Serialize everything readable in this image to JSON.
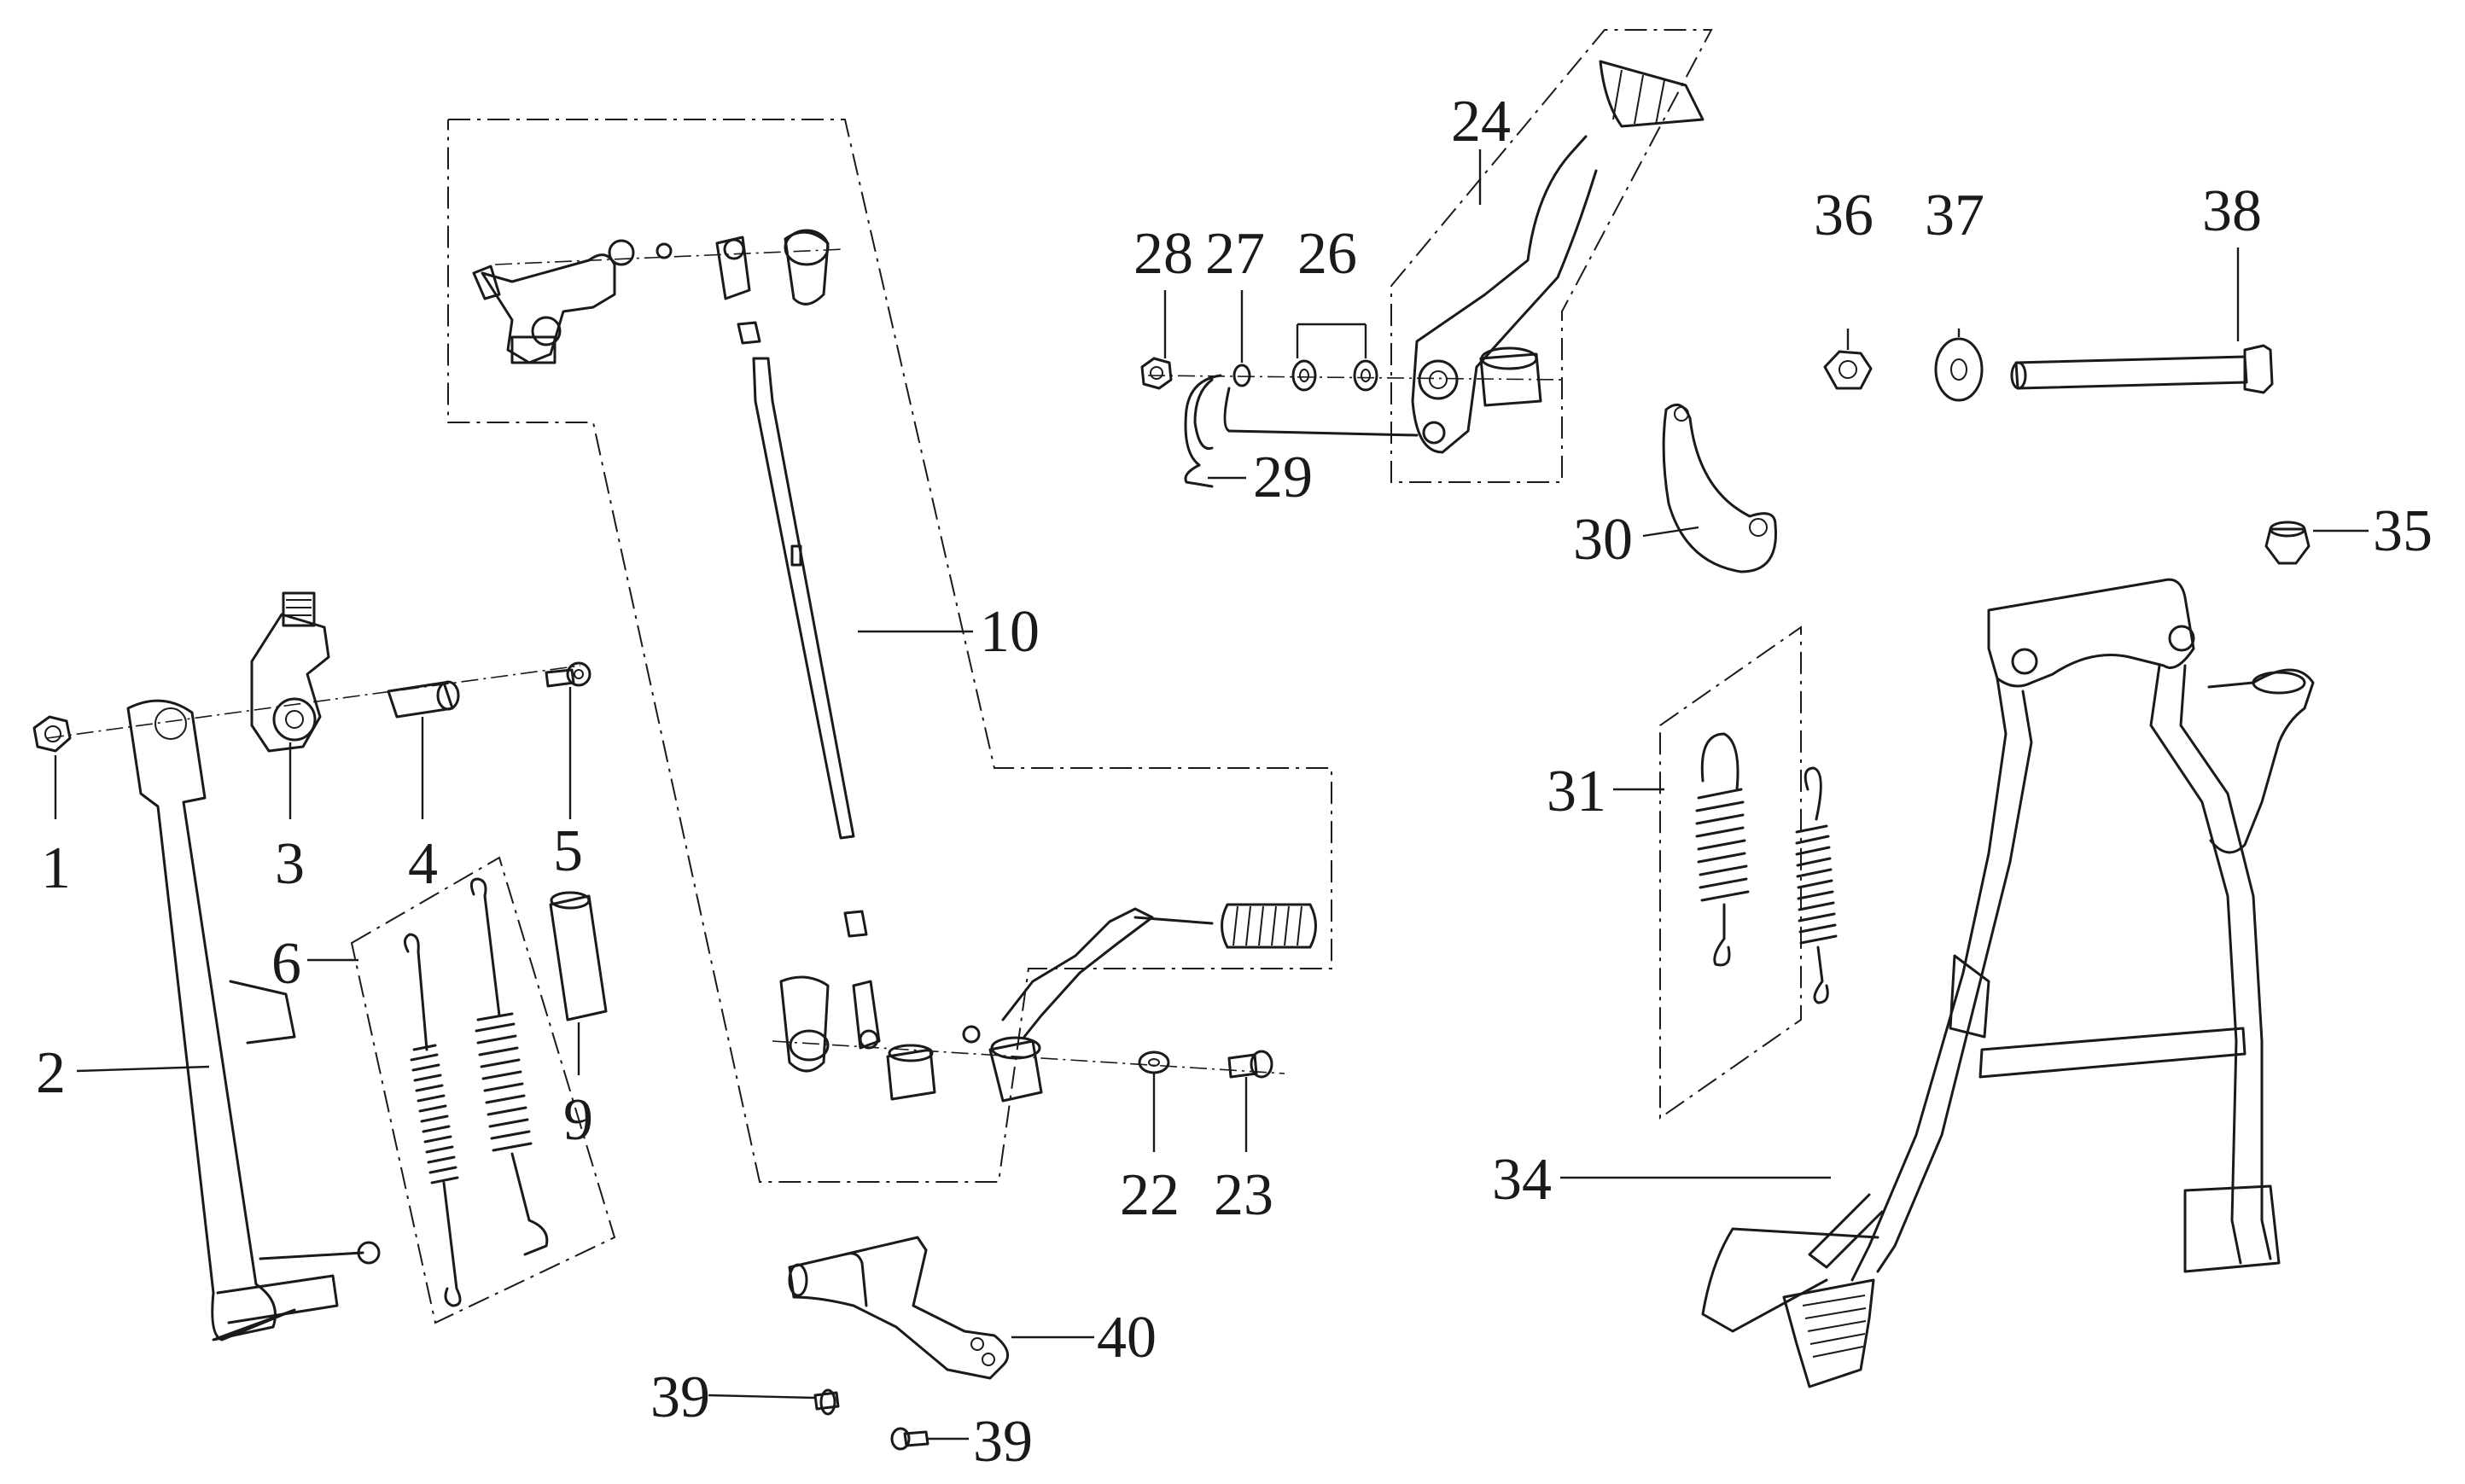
{
  "diagram": {
    "callouts": {
      "c1": "1",
      "c2": "2",
      "c3": "3",
      "c4": "4",
      "c5": "5",
      "c6": "6",
      "c9": "9",
      "c10": "10",
      "c22": "22",
      "c23": "23",
      "c24": "24",
      "c26": "26",
      "c27": "27",
      "c28": "28",
      "c29": "29",
      "c30": "30",
      "c31": "31",
      "c34": "34",
      "c35": "35",
      "c36": "36",
      "c37": "37",
      "c38": "38",
      "c39a": "39",
      "c39b": "39",
      "c40": "40"
    }
  }
}
